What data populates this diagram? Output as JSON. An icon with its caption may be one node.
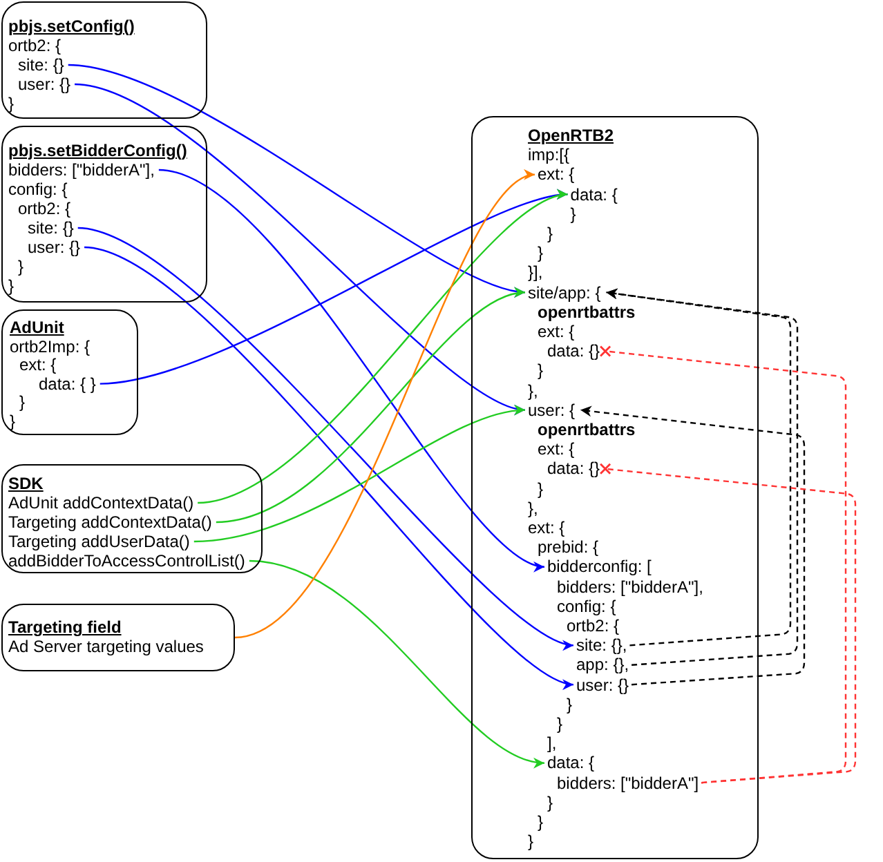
{
  "diagram": {
    "nodes": [
      {
        "text": [
          "pbjs.setConfig()",
          "ortb2: {",
          "}"
        ]
      },
      {
        "text": [
          "site: {}"
        ],
        "in": 0
      },
      {
        "text": [
          "user: {}"
        ],
        "in": 0
      },
      {
        "text": [
          "pbjs.setBidderConfig()",
          "config: {",
          "ortb2: {",
          "}",
          "}"
        ]
      },
      {
        "text": [
          "bidders: [\"bidderA\"],"
        ],
        "in": 3
      },
      {
        "text": [
          "site: {}"
        ],
        "in": 3
      },
      {
        "text": [
          "user: {}"
        ],
        "in": 3
      },
      {
        "text": [
          "AdUnit",
          "ortb2Imp: {",
          "ext: {",
          "}",
          "}"
        ]
      },
      {
        "text": [
          "data: { }"
        ],
        "in": 7
      },
      {
        "text": [
          "SDK"
        ]
      },
      {
        "text": [
          "AdUnit addContextData()"
        ],
        "in": 9
      },
      {
        "text": [
          "Targeting addContextData()"
        ],
        "in": 9
      },
      {
        "text": [
          "Targeting addUserData()"
        ],
        "in": 9
      },
      {
        "text": [
          "addBidderToAccessControlList()"
        ],
        "in": 9
      },
      {
        "text": [
          "Targeting field",
          "Ad Server targeting values"
        ]
      },
      {
        "text": [
          "OpenRTB2",
          "imp:[{",
          "}",
          "}",
          "}",
          "}],",
          "openrtbattrs",
          "ext: {",
          "}",
          "},",
          "openrtbattrs",
          "ext: {",
          "}",
          "},",
          "ext: {",
          "prebid: {",
          "bidders: [\"bidderA\"],",
          "config: {",
          "ortb2: {",
          "}",
          "}",
          "],",
          "}",
          "}",
          "}"
        ]
      },
      {
        "text": [
          "ext: {"
        ],
        "in": 15
      },
      {
        "text": [
          "data: {"
        ],
        "in": 15
      },
      {
        "text": [
          "site/app: {"
        ],
        "in": 15
      },
      {
        "text": [
          "data: {}"
        ],
        "in": 15
      },
      {
        "text": [
          "user: {"
        ],
        "in": 15
      },
      {
        "text": [
          "data: {}"
        ],
        "in": 15
      },
      {
        "text": [
          "bidderconfig: ["
        ],
        "in": 15
      },
      {
        "text": [
          "site: {},"
        ],
        "in": 15
      },
      {
        "text": [
          "app: {},"
        ],
        "in": 15
      },
      {
        "text": [
          "user: {}"
        ],
        "in": 15
      },
      {
        "text": [
          "data: {"
        ],
        "in": 15
      },
      {
        "text": [
          "bidders: [\"bidderA\"]"
        ],
        "in": 15
      }
    ],
    "edges": [
      {
        "from": 1,
        "to": 18,
        "arrow": "to"
      },
      {
        "from": 2,
        "to": 20,
        "arrow": "to"
      },
      {
        "from": 4,
        "to": 22,
        "arrow": "to"
      },
      {
        "from": 5,
        "to": 23,
        "arrow": "to"
      },
      {
        "from": 6,
        "to": 25,
        "arrow": "to"
      },
      {
        "from": 8,
        "to": 17,
        "arrow": "to"
      },
      {
        "from": 10,
        "to": 17,
        "arrow": "to",
        "color": "#22cc22"
      },
      {
        "from": 11,
        "to": 18,
        "arrow": "to",
        "color": "#22cc22"
      },
      {
        "from": 12,
        "to": 20,
        "arrow": "to",
        "color": "#22cc22"
      },
      {
        "from": 13,
        "to": 26,
        "arrow": "to",
        "color": "#22cc22"
      },
      {
        "from": 14,
        "to": 16,
        "arrow": "to",
        "color": "#ff8000"
      },
      {
        "from": 23,
        "to": 18,
        "arrow": "to",
        "style": "dashed",
        "color": "#000000"
      },
      {
        "from": 24,
        "to": 18,
        "arrow": "to",
        "style": "dashed",
        "color": "#000000"
      },
      {
        "from": 25,
        "to": 20,
        "arrow": "to",
        "style": "dashed",
        "color": "#000000"
      },
      {
        "from": 27,
        "to": 19,
        "arrow": "other",
        "style": "dashed",
        "color": "#ff3333"
      },
      {
        "from": 27,
        "to": 21,
        "arrow": "other",
        "style": "dashed",
        "color": "#ff3333"
      }
    ]
  }
}
